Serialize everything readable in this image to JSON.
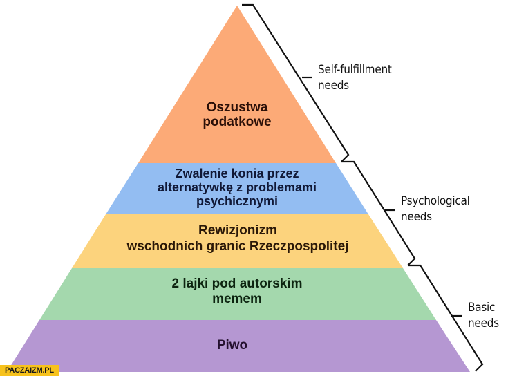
{
  "diagram": {
    "type": "pyramid",
    "title": "",
    "levels": [
      {
        "id": "self-fulfillment",
        "lines": [
          "Oszustwa",
          "podatkowe"
        ],
        "fill": "#fcaa77",
        "text_color": "#2b1008"
      },
      {
        "id": "psychological-upper",
        "lines": [
          "Zwalenie konia przez",
          "alternatywkę z problemami",
          "psychicznymi"
        ],
        "fill": "#93bdf2",
        "text_color": "#101836"
      },
      {
        "id": "psychological-lower",
        "lines": [
          "Rewizjonizm",
          "wschodnich granic Rzeczpospolitej"
        ],
        "fill": "#fcd37d",
        "text_color": "#2a1808"
      },
      {
        "id": "basic-upper",
        "lines": [
          "2 lajki pod autorskim",
          "memem"
        ],
        "fill": "#a4d8ad",
        "text_color": "#0d2410"
      },
      {
        "id": "basic-lower",
        "lines": [
          "Piwo"
        ],
        "fill": "#b597d2",
        "text_color": "#24102e"
      }
    ],
    "brackets": [
      {
        "id": "self-fulfillment-bracket",
        "label_lines": [
          "Self-fulfillment",
          "needs"
        ]
      },
      {
        "id": "psychological-bracket",
        "label_lines": [
          "Psychological",
          "needs"
        ]
      },
      {
        "id": "basic-bracket",
        "label_lines": [
          "Basic",
          "needs"
        ]
      }
    ]
  },
  "watermark": {
    "text": "PACZAIZM.PL",
    "background": "#f7c21c"
  }
}
